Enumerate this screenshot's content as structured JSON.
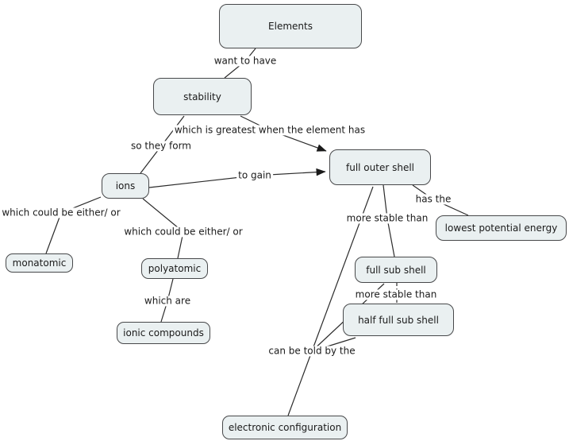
{
  "diagram": {
    "type": "concept-map",
    "topic": "Elements",
    "nodes": {
      "elements": "Elements",
      "stability": "stability",
      "ions": "ions",
      "full_outer_shell": "full outer shell",
      "lowest_potential_energy": "lowest potential energy",
      "full_sub_shell": "full sub shell",
      "half_full_sub_shell": "half full sub shell",
      "monatomic": "monatomic",
      "polyatomic": "polyatomic",
      "ionic_compounds": "ionic compounds",
      "electronic_configuration": "electronic configuration"
    },
    "link_labels": {
      "want_to_have": "want to have",
      "which_is_greatest": "which is greatest when the element has",
      "so_they_form": "so they form",
      "to_gain": "to gain",
      "has_the": "has the",
      "more_stable_than_1": "more stable than",
      "more_stable_than_2": "more stable than",
      "either_or_1": "which could be either/ or",
      "either_or_2": "which could be either/ or",
      "which_are": "which are",
      "can_be_told_by_the": "can be told by the"
    },
    "edges": [
      {
        "from": "Elements",
        "label": "want to have",
        "to": "stability",
        "style": "solid"
      },
      {
        "from": "stability",
        "label": "which is greatest when the element has",
        "to": "full outer shell",
        "style": "solid-arrow"
      },
      {
        "from": "stability",
        "label": "so they form",
        "to": "ions",
        "style": "solid"
      },
      {
        "from": "ions",
        "label": "to gain",
        "to": "full outer shell",
        "style": "solid-arrow"
      },
      {
        "from": "full outer shell",
        "label": "has the",
        "to": "lowest potential energy",
        "style": "solid"
      },
      {
        "from": "full outer shell",
        "label": "more stable than",
        "to": "full sub shell",
        "style": "solid"
      },
      {
        "from": "full sub shell",
        "label": "more stable than",
        "to": "half full sub shell",
        "style": "dashed"
      },
      {
        "from": "ions",
        "label": "which could be either/ or",
        "to": "monatomic",
        "style": "solid"
      },
      {
        "from": "ions",
        "label": "which could be either/ or",
        "to": "polyatomic",
        "style": "solid"
      },
      {
        "from": "polyatomic",
        "label": "which are",
        "to": "ionic compounds",
        "style": "solid"
      },
      {
        "from": "electronic configuration",
        "label": "can be told by the",
        "to": "full outer shell",
        "style": "solid"
      },
      {
        "from": "electronic configuration",
        "label": "can be told by the",
        "to": "full sub shell",
        "style": "solid"
      },
      {
        "from": "electronic configuration",
        "label": "can be told by the",
        "to": "half full sub shell",
        "style": "solid"
      }
    ],
    "colors": {
      "background": "#ffffff",
      "node_fill": "#eaf0f1",
      "node_border": "#47484a",
      "line": "#2b2b2b",
      "text": "#1a1a1a"
    }
  }
}
